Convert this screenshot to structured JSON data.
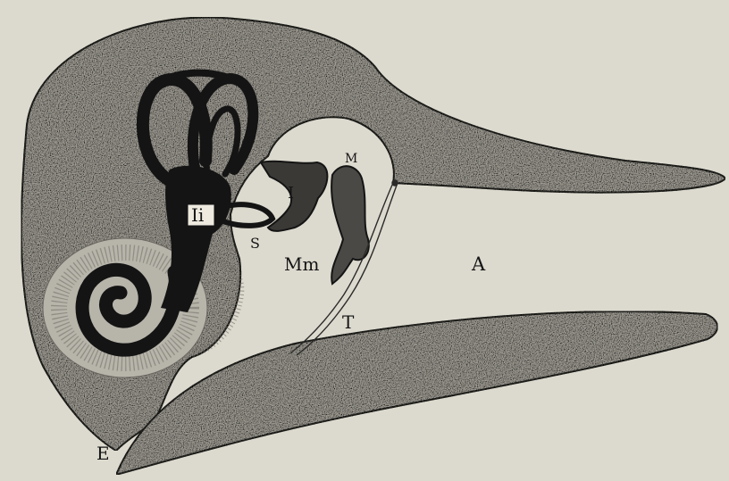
{
  "figure": {
    "background": "#dcd9ce",
    "tissue_color": "#9c9a92",
    "ink_color": "#141414",
    "labels": {
      "ii": "Ii",
      "m": "M",
      "i": "I",
      "s": "S",
      "mm": "Mm",
      "a": "A",
      "t": "T",
      "e": "E"
    }
  }
}
